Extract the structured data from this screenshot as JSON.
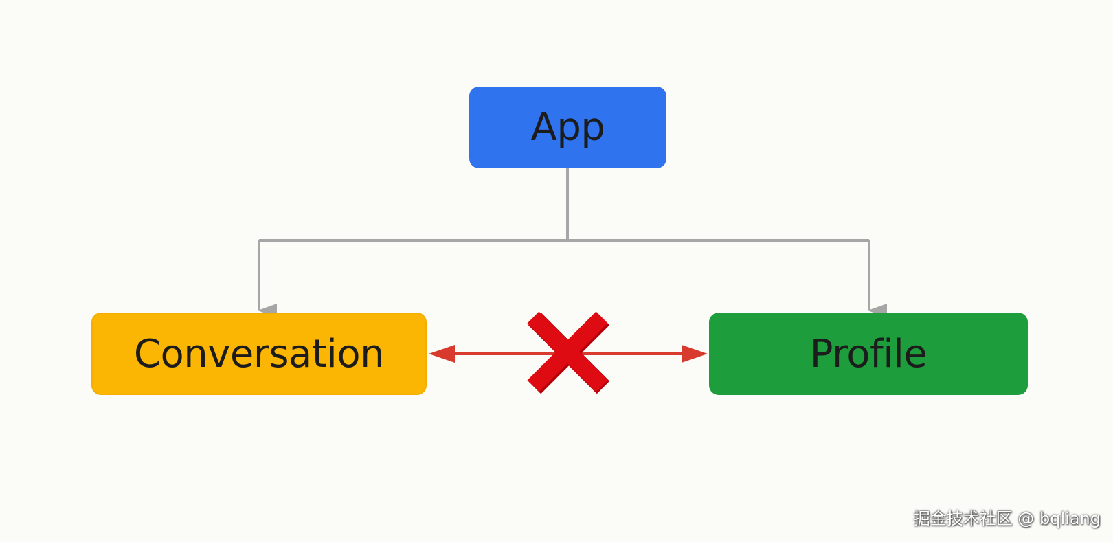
{
  "diagram": {
    "nodes": {
      "app": {
        "label": "App",
        "color": "#2f74ee"
      },
      "conversation": {
        "label": "Conversation",
        "color": "#fbb604"
      },
      "profile": {
        "label": "Profile",
        "color": "#1e9d3d"
      }
    },
    "edges": [
      {
        "from": "App",
        "to": "Conversation",
        "style": "gray-arrow"
      },
      {
        "from": "App",
        "to": "Profile",
        "style": "gray-arrow"
      },
      {
        "between": [
          "Conversation",
          "Profile"
        ],
        "style": "red-double-arrow",
        "crossed_out": true
      }
    ],
    "colors": {
      "connector": "#a6a6a6",
      "forbidden_arrow": "#d83a2e",
      "cross_mark": "#df0b12"
    }
  },
  "watermark": "掘金技术社区 @ bqliang"
}
